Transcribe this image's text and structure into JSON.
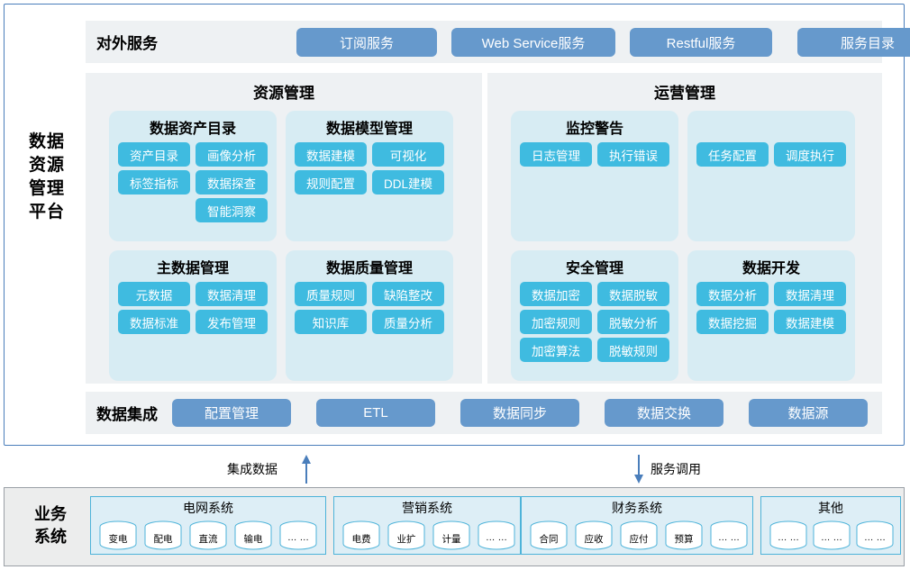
{
  "platform": {
    "title_lines": [
      "数据",
      "资源",
      "管理",
      "平台"
    ],
    "external_services": {
      "label": "对外服务",
      "items": [
        "订阅服务",
        "Web Service服务",
        "Restful服务",
        "服务目录"
      ]
    },
    "data_integration": {
      "label": "数据集成",
      "items": [
        "配置管理",
        "ETL",
        "数据同步",
        "数据交换",
        "数据源"
      ]
    },
    "panels": [
      {
        "title": "资源管理",
        "cards": [
          {
            "title": "数据资产目录",
            "left_chips": [
              "资产目录",
              "标签指标"
            ],
            "right_chips": [
              "画像分析",
              "数据探查",
              "智能洞察"
            ]
          },
          {
            "title": "数据模型管理",
            "left_chips": [
              "数据建模",
              "规则配置"
            ],
            "right_chips": [
              "可视化",
              "DDL建模"
            ]
          },
          {
            "title": "主数据管理",
            "left_chips": [
              "元数据",
              "数据标准"
            ],
            "right_chips": [
              "数据清理",
              "发布管理"
            ]
          },
          {
            "title": "数据质量管理",
            "left_chips": [
              "质量规则",
              "知识库"
            ],
            "right_chips": [
              "缺陷整改",
              "质量分析"
            ]
          }
        ]
      },
      {
        "title": "运营管理",
        "cards": [
          {
            "title": "监控警告",
            "left_chips": [
              "日志管理"
            ],
            "right_chips": [
              "执行错误"
            ]
          },
          {
            "title": "",
            "left_chips": [
              "任务配置"
            ],
            "right_chips": [
              "调度执行"
            ]
          },
          {
            "title": "安全管理",
            "left_chips": [
              "数据加密",
              "加密规则",
              "加密算法"
            ],
            "right_chips": [
              "数据脱敏",
              "脱敏分析",
              "脱敏规则"
            ]
          },
          {
            "title": "数据开发",
            "left_chips": [
              "数据分析",
              "数据挖掘"
            ],
            "right_chips": [
              "数据清理",
              "数据建模"
            ]
          }
        ]
      }
    ]
  },
  "arrows": {
    "up": {
      "label": "集成数据",
      "direction": "up"
    },
    "down": {
      "label": "服务调用",
      "direction": "down"
    }
  },
  "business": {
    "title_lines": [
      "业务",
      "系统"
    ],
    "groups": [
      {
        "title": "电网系统",
        "nodes": [
          "变电",
          "配电",
          "直流",
          "输电",
          "… …"
        ]
      },
      {
        "title": "营销系统",
        "nodes": [
          "电费",
          "业扩",
          "计量",
          "… …"
        ]
      },
      {
        "title": "财务系统",
        "nodes": [
          "合同",
          "应收",
          "应付",
          "预算",
          "… …"
        ]
      },
      {
        "title": "其他",
        "nodes": [
          "… …",
          "… …",
          "… …"
        ]
      }
    ]
  },
  "colors": {
    "frame_border": "#4a7ebb",
    "band_bg": "#eef1f3",
    "panel_bg": "#eef1f3",
    "card_bg": "#d7ecf3",
    "chip_bg": "#3fbbe0",
    "pill_bg": "#6699cc",
    "biz_border": "#4db3d9",
    "biz_bg": "#ddeef6",
    "arrow": "#4a7ebb"
  }
}
